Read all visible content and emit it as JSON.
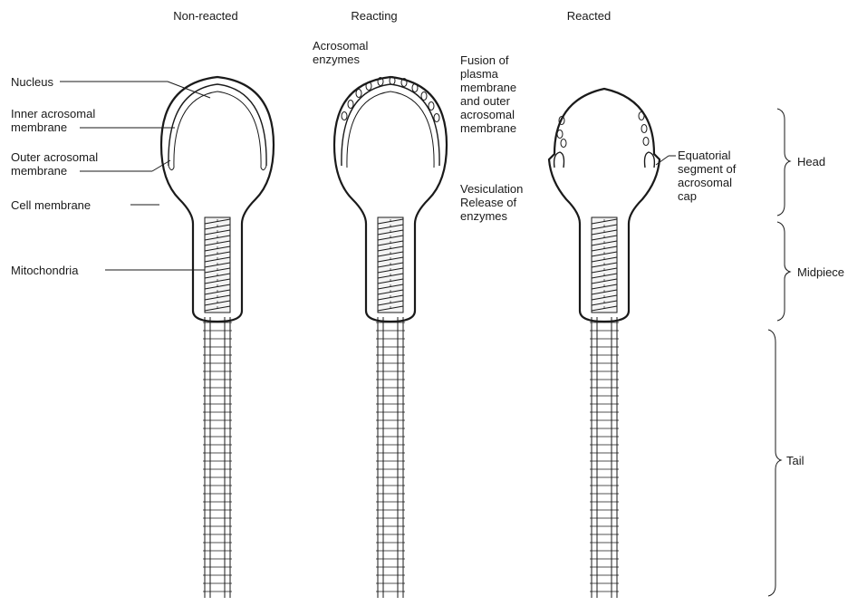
{
  "columns": {
    "non_reacted": "Non-reacted",
    "reacting": "Reacting",
    "reacted": "Reacted"
  },
  "labels": {
    "nucleus": "Nucleus",
    "inner_acrosomal": [
      "Inner acrosomal",
      "membrane"
    ],
    "outer_acrosomal": [
      "Outer acrosomal",
      "membrane"
    ],
    "cell_membrane": "Cell membrane",
    "mitochondria": "Mitochondria",
    "acrosomal_enzymes": [
      "Acrosomal",
      "enzymes"
    ],
    "fusion": [
      "Fusion of",
      "plasma",
      "membrane",
      "and outer",
      "acrosomal",
      "membrane"
    ],
    "vesiculation": [
      "Vesiculation",
      "Release of",
      "enzymes"
    ],
    "equatorial": [
      "Equatorial",
      "segment of",
      "acrosomal",
      "cap"
    ]
  },
  "regions": {
    "head": "Head",
    "midpiece": "Midpiece",
    "tail": "Tail"
  }
}
